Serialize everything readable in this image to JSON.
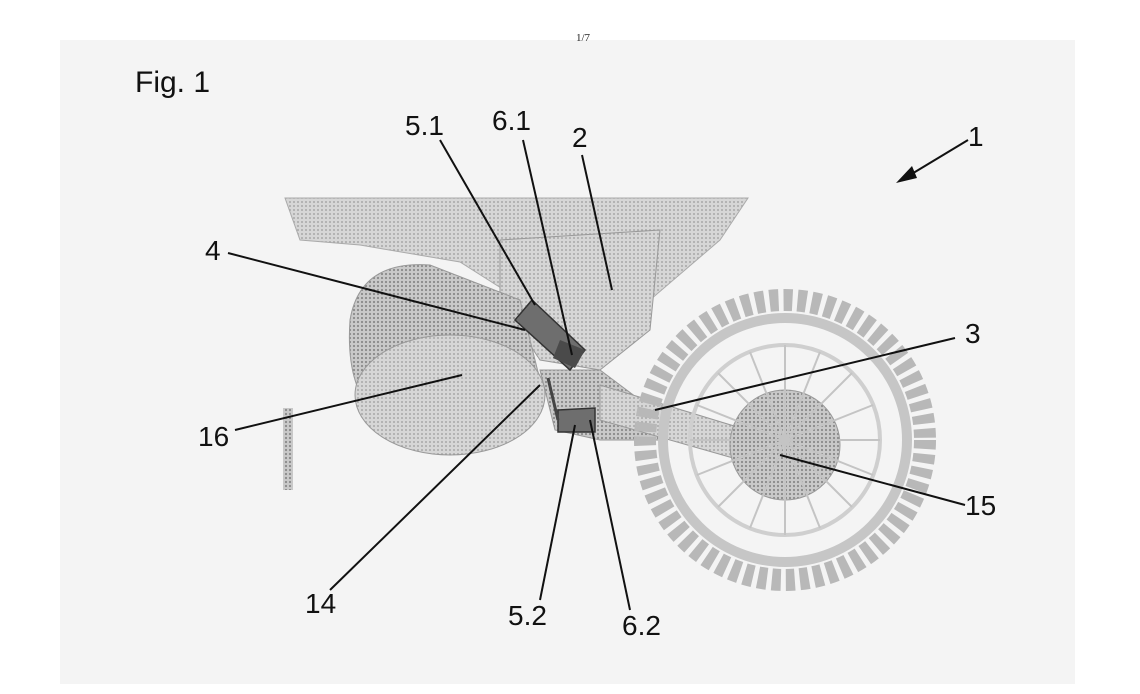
{
  "page_marker": "1/7",
  "figure": {
    "title": "Fig. 1"
  },
  "reference_numerals": {
    "r1": "1",
    "r2": "2",
    "r3": "3",
    "r4": "4",
    "r51": "5.1",
    "r52": "5.2",
    "r61": "6.1",
    "r62": "6.2",
    "r14": "14",
    "r15": "15",
    "r16": "16"
  },
  "colors": {
    "drawing_fill": "#cfcfcf",
    "leader": "#111111",
    "tire": "#bdbdbd"
  }
}
